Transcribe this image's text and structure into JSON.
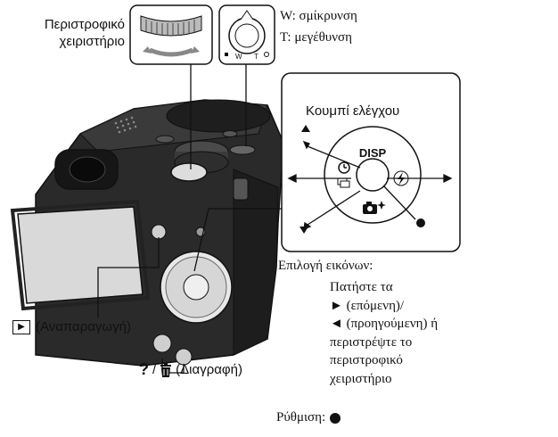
{
  "labels": {
    "dial_line1": "Περιστροφικό",
    "dial_line2": "χειριστήριο",
    "zoom_w": "W: σμίκρυνση",
    "zoom_t": "T: μεγέθυνση",
    "control_button": "Κουμπί ελέγχου",
    "disp": "DISP",
    "zoom_w_mark": "W",
    "zoom_t_mark": "T",
    "image_selection_title": "Επιλογή εικόνων:",
    "image_selection_desc": [
      "Πατήστε τα",
      "► (επόμενη)/",
      "◄ (προηγούμενη) ή",
      "περιστρέψτε το",
      "περιστροφικό",
      "χειριστήριο"
    ],
    "playback": "(Αναπαραγωγή)",
    "delete": "(Διαγραφή)",
    "setting": "Ρύθμιση:"
  },
  "icons": {
    "playback": "play-icon",
    "help": "question-mark-icon",
    "trash": "trash-icon",
    "self_timer": "self-timer-icon",
    "burst": "burst-icon",
    "flash": "flash-icon",
    "smile_shutter": "camera-sparkle-icon"
  },
  "colors": {
    "ink": "#111111",
    "camera_body": "#2a2a2a",
    "camera_dark": "#141414",
    "screen": "#d9d9d9"
  }
}
